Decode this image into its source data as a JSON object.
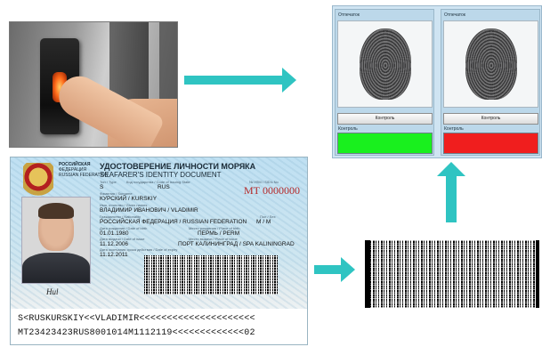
{
  "app": {
    "panels": [
      {
        "label": "Отпечаток",
        "button": "Контроль",
        "status_label": "Контроль",
        "status_color": "#19f01e"
      },
      {
        "label": "Отпечаток",
        "button": "Контроль",
        "status_label": "Контроль",
        "status_color": "#f01e1e"
      }
    ]
  },
  "document": {
    "issuer_ru_1": "РОССИЙСКАЯ",
    "issuer_ru_2": "ФЕДЕРАЦИЯ",
    "issuer_en": "RUSSIAN FEDERATION",
    "title_ru": "УДОСТОВЕРЕНИЕ ЛИЧНОСТИ МОРЯКА",
    "title_en": "SEAFARER'S IDENTITY DOCUMENT",
    "type_label": "Тип / Type",
    "type_value": "S",
    "state_label": "Код государства / Code of issuing State",
    "state_value": "RUS",
    "number_label": "№ УЛМ / SID's No",
    "number_value": "МТ 0000000",
    "surname_label": "Фамилия / Surname",
    "surname_value": "КУРСКИЙ / KURSKIY",
    "given_label": "Имя, отчество / Given names",
    "given_value": "ВЛАДИМИР ИВАНОВИЧ / VLADIMIR",
    "nationality_label": "Гражданство / Nationality",
    "nationality_value": "РОССИЙСКАЯ ФЕДЕРАЦИЯ / RUSSIAN FEDERATION",
    "sex_label": "Пол / Sex",
    "sex_value": "M / M",
    "dob_label": "Дата рождения / Date of birth",
    "dob_value": "01.01.1980",
    "pob_label": "Место рождения / Place of birth",
    "pob_value": "ПЕРМЬ / PERM",
    "issue_label": "Дата выдачи / Date of issue",
    "issue_value": "11.12.2006",
    "place_issue_label": "Место выдачи / Place of issue",
    "place_issue_value": "ПОРТ КАЛИНИНГРАД / SPA KALININGRAD",
    "expiry_label": "Дата окончания срока действия / Date of expiry",
    "expiry_value": "11.12.2011",
    "signature": "Hul",
    "mrz_line1": "S<RUSKURSKIY<<VLADIMIR<<<<<<<<<<<<<<<<<<<<<",
    "mrz_line2": "MT23423423RUS8001014M1112119<<<<<<<<<<<<<02"
  }
}
